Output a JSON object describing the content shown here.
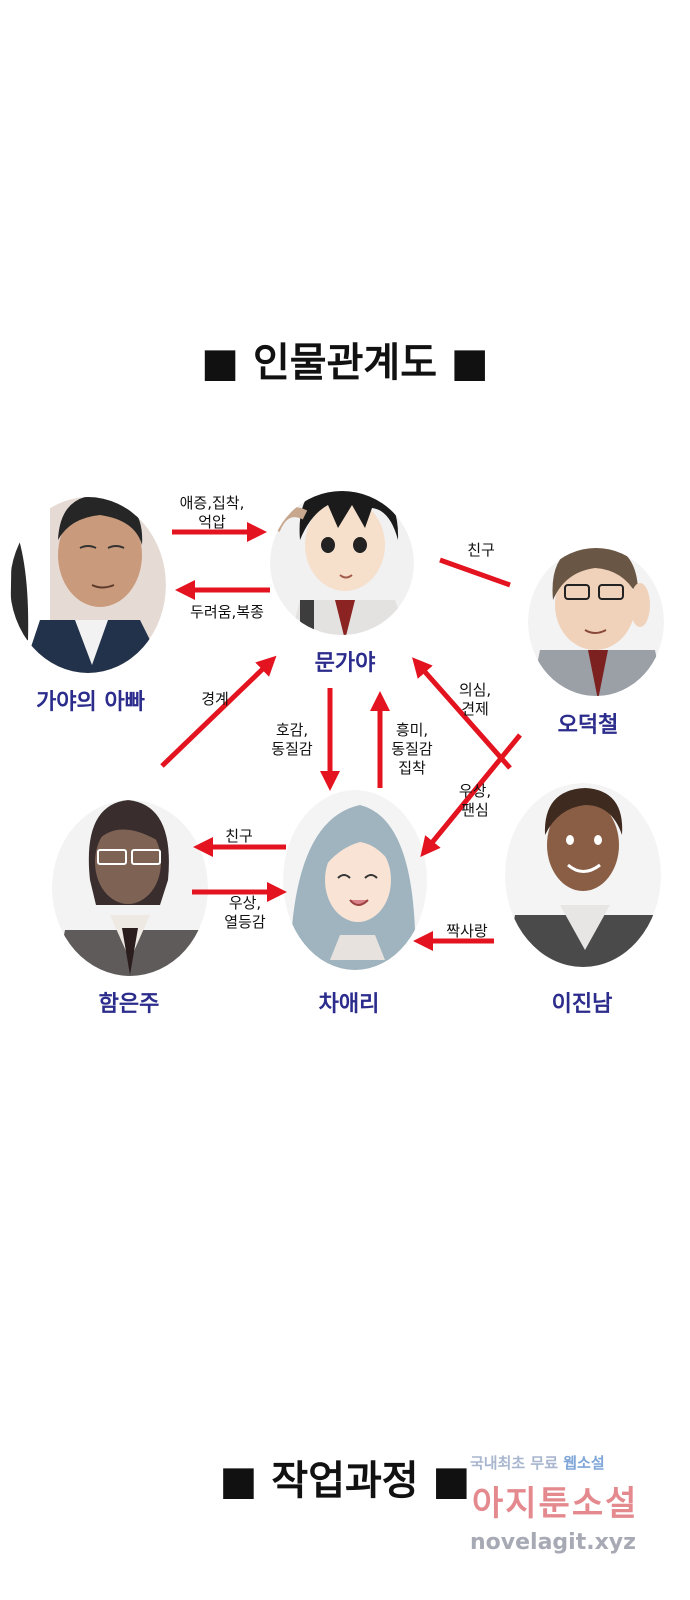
{
  "titles": {
    "main": "■ 인물관계도 ■",
    "process": "■ 작업과정 ■"
  },
  "characters": {
    "gaya_father": "가야의 아빠",
    "mun_gaya": "문가야",
    "o_deokcheol": "오덕철",
    "ham_eunju": "함은주",
    "cha_aeri": "차애리",
    "lee_jinnam": "이진남"
  },
  "relations": {
    "father_to_gaya": "애증,집착,\n억압",
    "gaya_to_father": "두려움,복종",
    "gaya_deokcheol": "친구",
    "eunju_to_gaya": "경계",
    "gaya_to_aeri": "호감,\n동질감",
    "aeri_to_gaya": "흥미,\n동질감\n집착",
    "deokcheol_to_gaya": "의심,\n견제",
    "deokcheol_to_aeri": "우상,\n팬심",
    "aeri_to_eunju": "친구",
    "eunju_to_aeri": "우상,\n열등감",
    "jinnam_to_aeri": "짝사랑"
  },
  "colors": {
    "arrow": "#e3141f",
    "name_text": "#2b2c8c"
  },
  "watermark": {
    "line1_prefix": "국내최초 무료 ",
    "line1_highlight": "웹소설",
    "line2": "아지툰소설",
    "line3": "novelagit.xyz"
  }
}
